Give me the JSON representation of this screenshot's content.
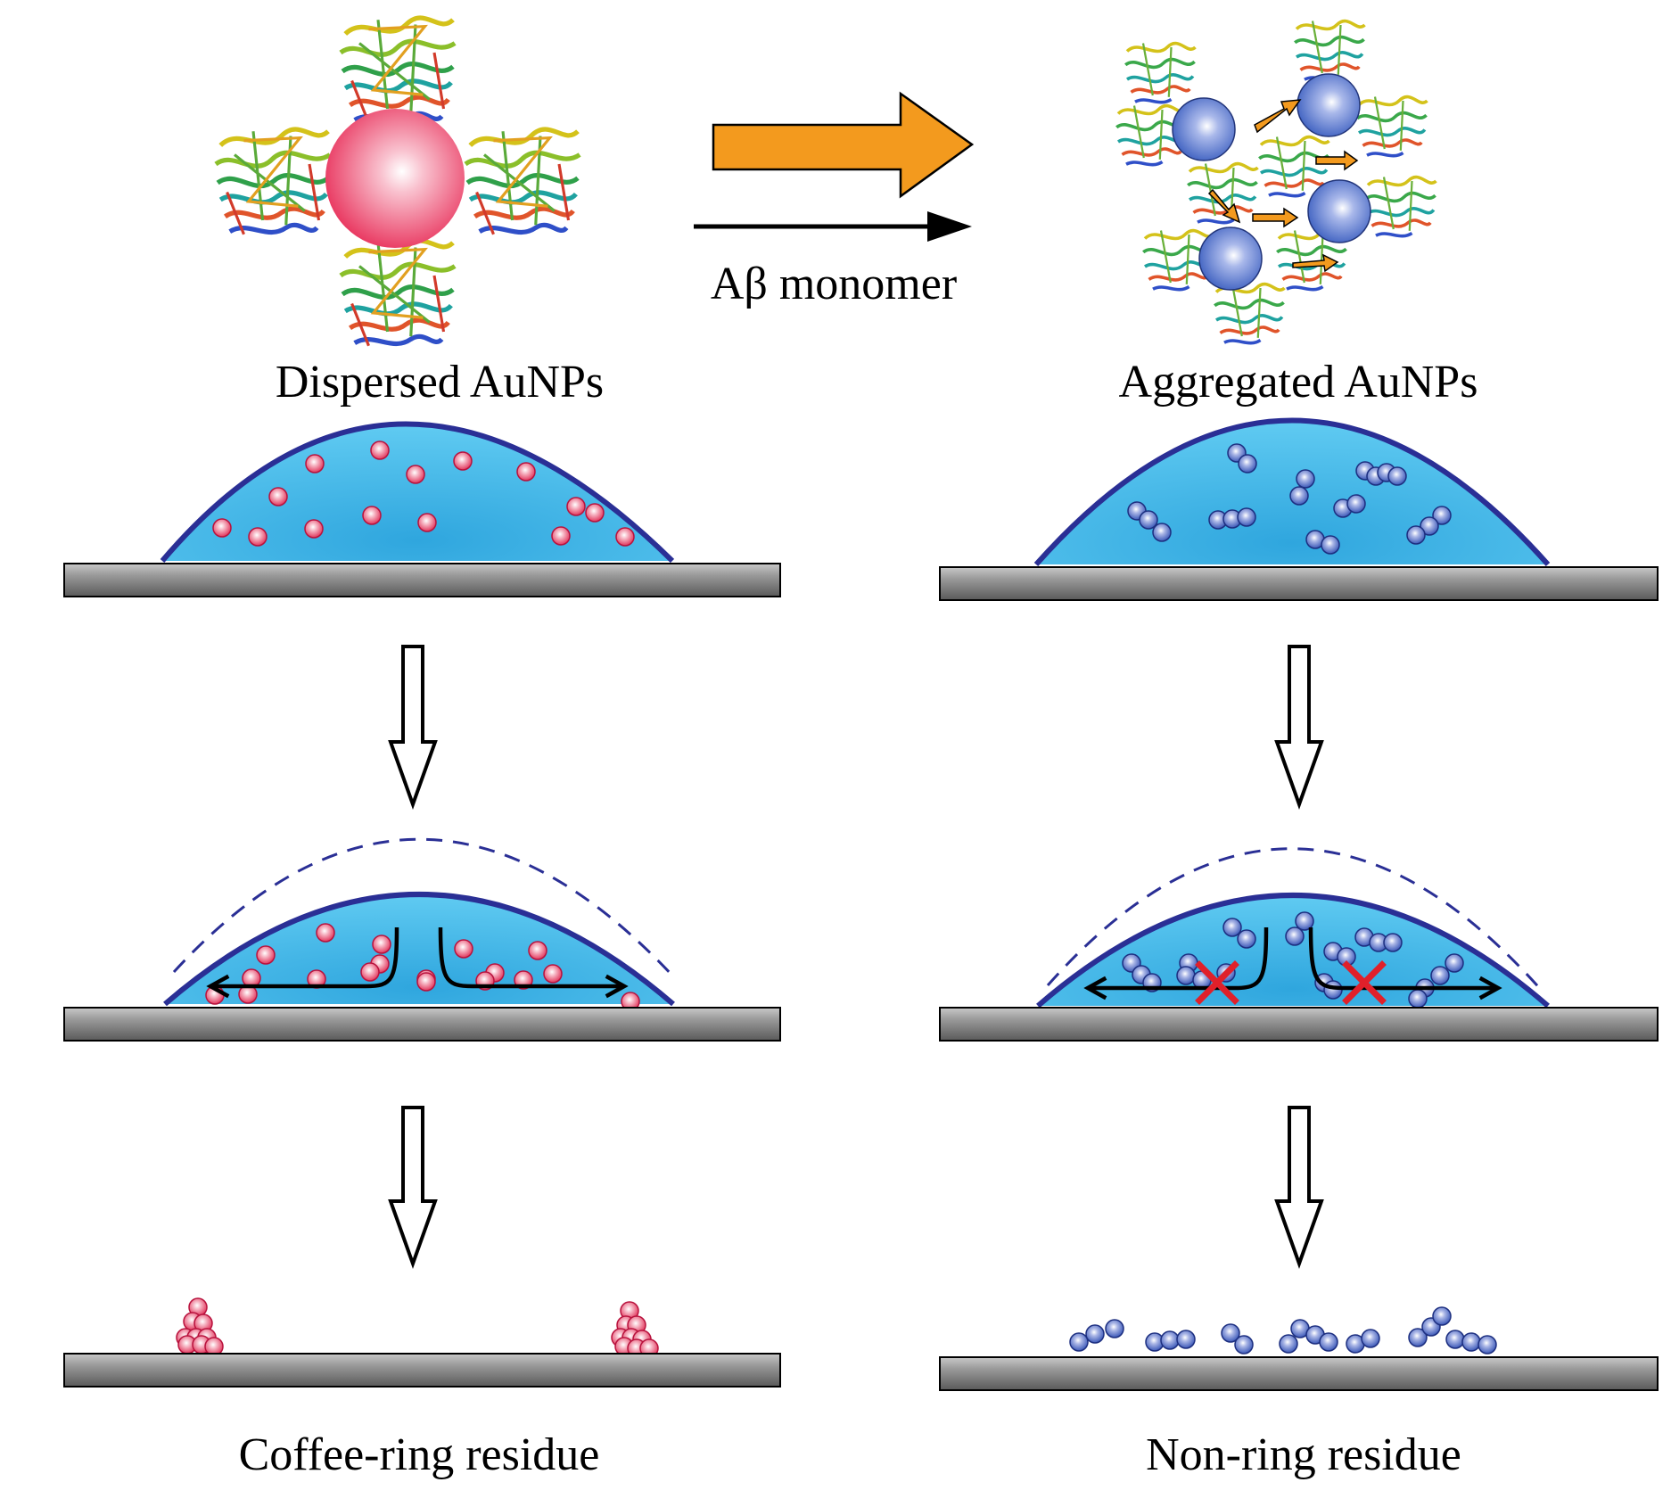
{
  "labels": {
    "reaction_arrow": "Aβ monomer",
    "dispersed": "Dispersed AuNPs",
    "aggregated": "Aggregated AuNPs",
    "coffee_ring": "Coffee-ring residue",
    "non_ring": "Non-ring residue"
  },
  "colors": {
    "red_particle": "#e8305a",
    "blue_particle": "#3c5fc0",
    "droplet_fill": "#4cc3ee",
    "droplet_outline": "#2a2f95",
    "substrate": "#7a7a7a",
    "reaction_arrow": "#f39a1e",
    "blocked_mark": "#e0202a"
  },
  "icons": {
    "protein": "protein-ribbon-icon",
    "blocked": "red-cross-icon",
    "process_step": "hollow-down-arrow-icon"
  }
}
